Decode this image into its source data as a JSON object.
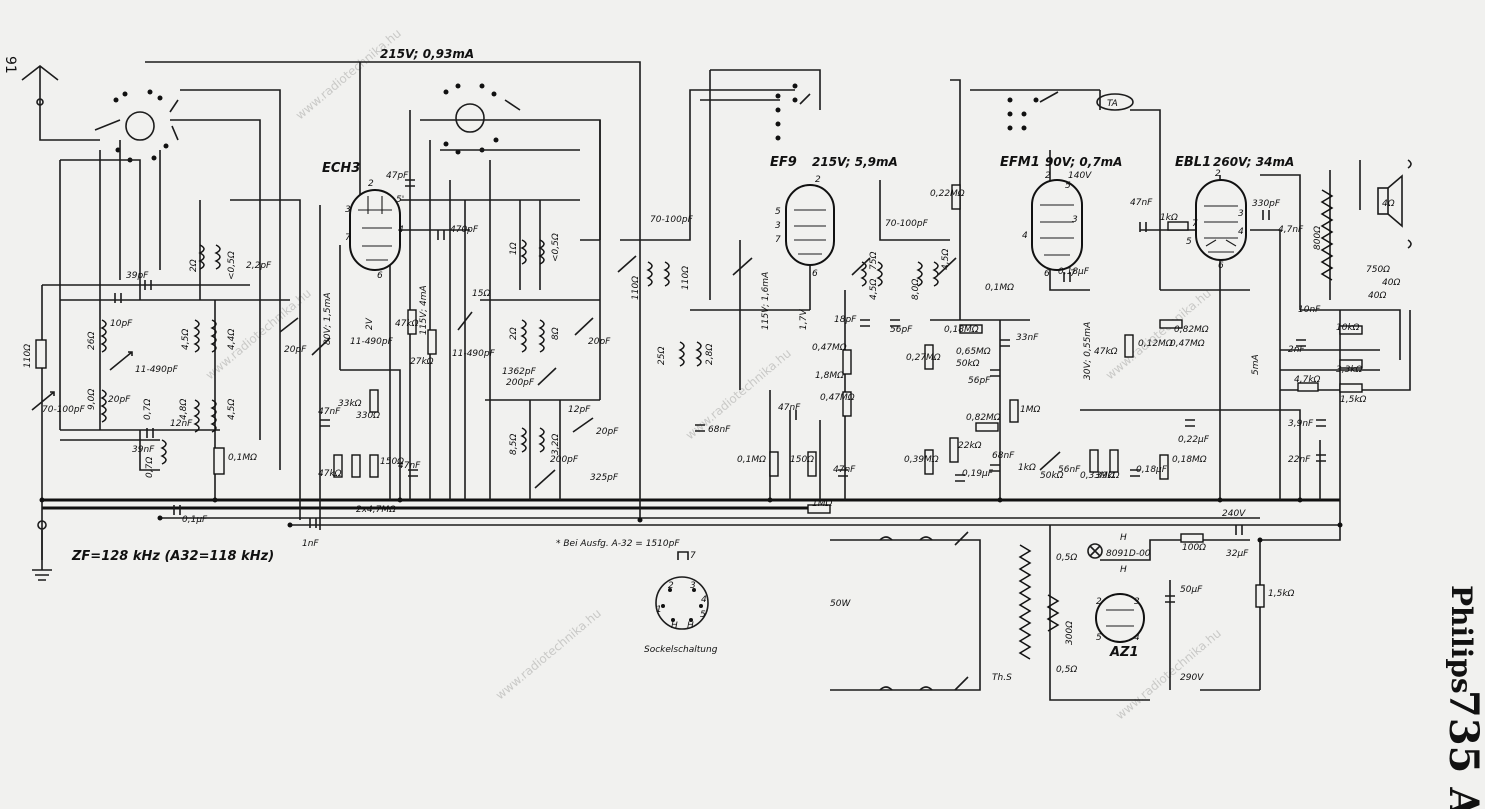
{
  "page": {
    "number": "91"
  },
  "title": {
    "brand": "Philips",
    "model": "735 A"
  },
  "watermark": "www.radiotechnika.hu",
  "tubes": [
    "ECH3",
    "EF9",
    "EFM1",
    "EBL1",
    "AZ1"
  ],
  "notes": {
    "if": "ZF=128 kHz (A32=118 kHz)",
    "variant": "* Bei Ausfg. A-32 = 1510pF",
    "socket": "Sockelschaltung",
    "power": "50W",
    "th": "Th.S",
    "lamp": "8091D-00",
    "ta": "TA"
  },
  "voltages": {
    "ech3": "215V; 0,93mA",
    "ef9": "215V; 5,9mA",
    "efm1": "90V; 0,7mA",
    "ebl1": "260V; 34mA",
    "efm1b": "140V",
    "v240": "240V",
    "v290": "290V",
    "v80": "80V; 1,5mA",
    "v2": "2V",
    "v115a": "115V; 4mA",
    "v115b": "115V; 1,6mA",
    "v17": "1,7V",
    "v30": "30V; 0,55mA",
    "v5ma": "5mA"
  },
  "components": {
    "r110": "110Ω",
    "c70": "70-100pF",
    "r26": "26Ω",
    "r9": "9,0Ω",
    "c10": "10pF",
    "c11": "11-490pF",
    "c20": "20pF",
    "r07a": "0,7Ω",
    "r48": "4,8Ω",
    "c12n": "12nF",
    "c39": "39pF",
    "c39b": "39nF",
    "r07b": "0,7Ω",
    "c01u": "0,1µF",
    "r45a": "4,5Ω",
    "r44": "4,4Ω",
    "r45b": "4,5Ω",
    "r2a": "2Ω",
    "r05a": "<0,5Ω",
    "c22": "2,2pF",
    "r01m": "0,1MΩ",
    "c20b": "20pF",
    "c47p": "47pF",
    "c470": "470pF",
    "c11b": "11-490pF",
    "r47k": "47kΩ",
    "c47n": "47nF",
    "r33": "33kΩ",
    "r330": "330Ω",
    "r47kb": "47kΩ",
    "r150": "150Ω",
    "r2x47": "2x4,7MΩ",
    "c1n": "1nF",
    "c47nb": "47nF",
    "r27": "27kΩ",
    "r47kc": "47kΩ",
    "r15": "15Ω",
    "c11c": "11-490pF",
    "r1a": "1Ω",
    "r05b": "<0,5Ω",
    "r2b": "2Ω",
    "r8a": "8Ω",
    "c20c": "20pF",
    "c1362": "1362pF",
    "c200": "200pF",
    "r85": "8,5Ω",
    "r32": "3,2Ω",
    "c12": "12pF",
    "c20d": "20pF",
    "c200b": "200pF",
    "c325": "325pF",
    "c70b": "70-100pF",
    "r110b": "110Ω",
    "r110c": "110Ω",
    "r25": "25Ω",
    "r28": "2,8Ω",
    "c68": "68nF",
    "r01mb": "0,1MΩ",
    "r150b": "150Ω",
    "c47nc": "47nF",
    "c47nd": "47nF",
    "r1m": "1MΩ",
    "r047": "0,47MΩ",
    "r18m": "1,8MΩ",
    "r047b": "0,47MΩ",
    "c18": "18pF",
    "c56": "56pF",
    "c70c": "70-100pF",
    "r75": "75Ω",
    "r45c": "4,5Ω",
    "r45d": "4,5Ω",
    "r8b": "8,0Ω",
    "r022": "0,22MΩ",
    "r01mc": "0,1MΩ",
    "c018": "0,18µF",
    "r018": "0,18MΩ",
    "r065": "0,65MΩ",
    "r50k": "50kΩ",
    "c33": "33nF",
    "c56n": "56pF",
    "r027": "0,27MΩ",
    "r082": "0,82MΩ",
    "r1mb": "1MΩ",
    "r22k": "22kΩ",
    "c019": "0,19µF",
    "r039": "0,39MΩ",
    "c68n": "68nF",
    "r1k": "1kΩ",
    "r50kb": "50kΩ",
    "c56nb": "56nF",
    "r033": "0,33MΩ",
    "r39": "39kΩ",
    "c018b": "0,18µF",
    "r47kd": "47kΩ",
    "r012": "0,12MΩ",
    "r047c": "0,47MΩ",
    "c47nf": "47nF",
    "r1kb": "1kΩ",
    "c330": "330pF",
    "c47nfb": "4,7nF",
    "r082b": "0,82MΩ",
    "c022": "0,22µF",
    "r018b": "0,18MΩ",
    "r800": "800Ω",
    "r10n": "10nF",
    "r10k": "10kΩ",
    "c2n": "2nF",
    "r33k": "3,3kΩ",
    "r47kE": "4,7kΩ",
    "r15k": "1,5kΩ",
    "c39n": "3,9nF",
    "c22n": "22nF",
    "r750": "750Ω",
    "r40a": "40Ω",
    "r40b": "40Ω",
    "r4": "4Ω",
    "r100": "100Ω",
    "c32": "32µF",
    "c50": "50µF",
    "r15kb": "1,5kΩ",
    "r300": "300Ω",
    "r05c": "0,5Ω",
    "r05d": "0,5Ω",
    "h": "H"
  }
}
